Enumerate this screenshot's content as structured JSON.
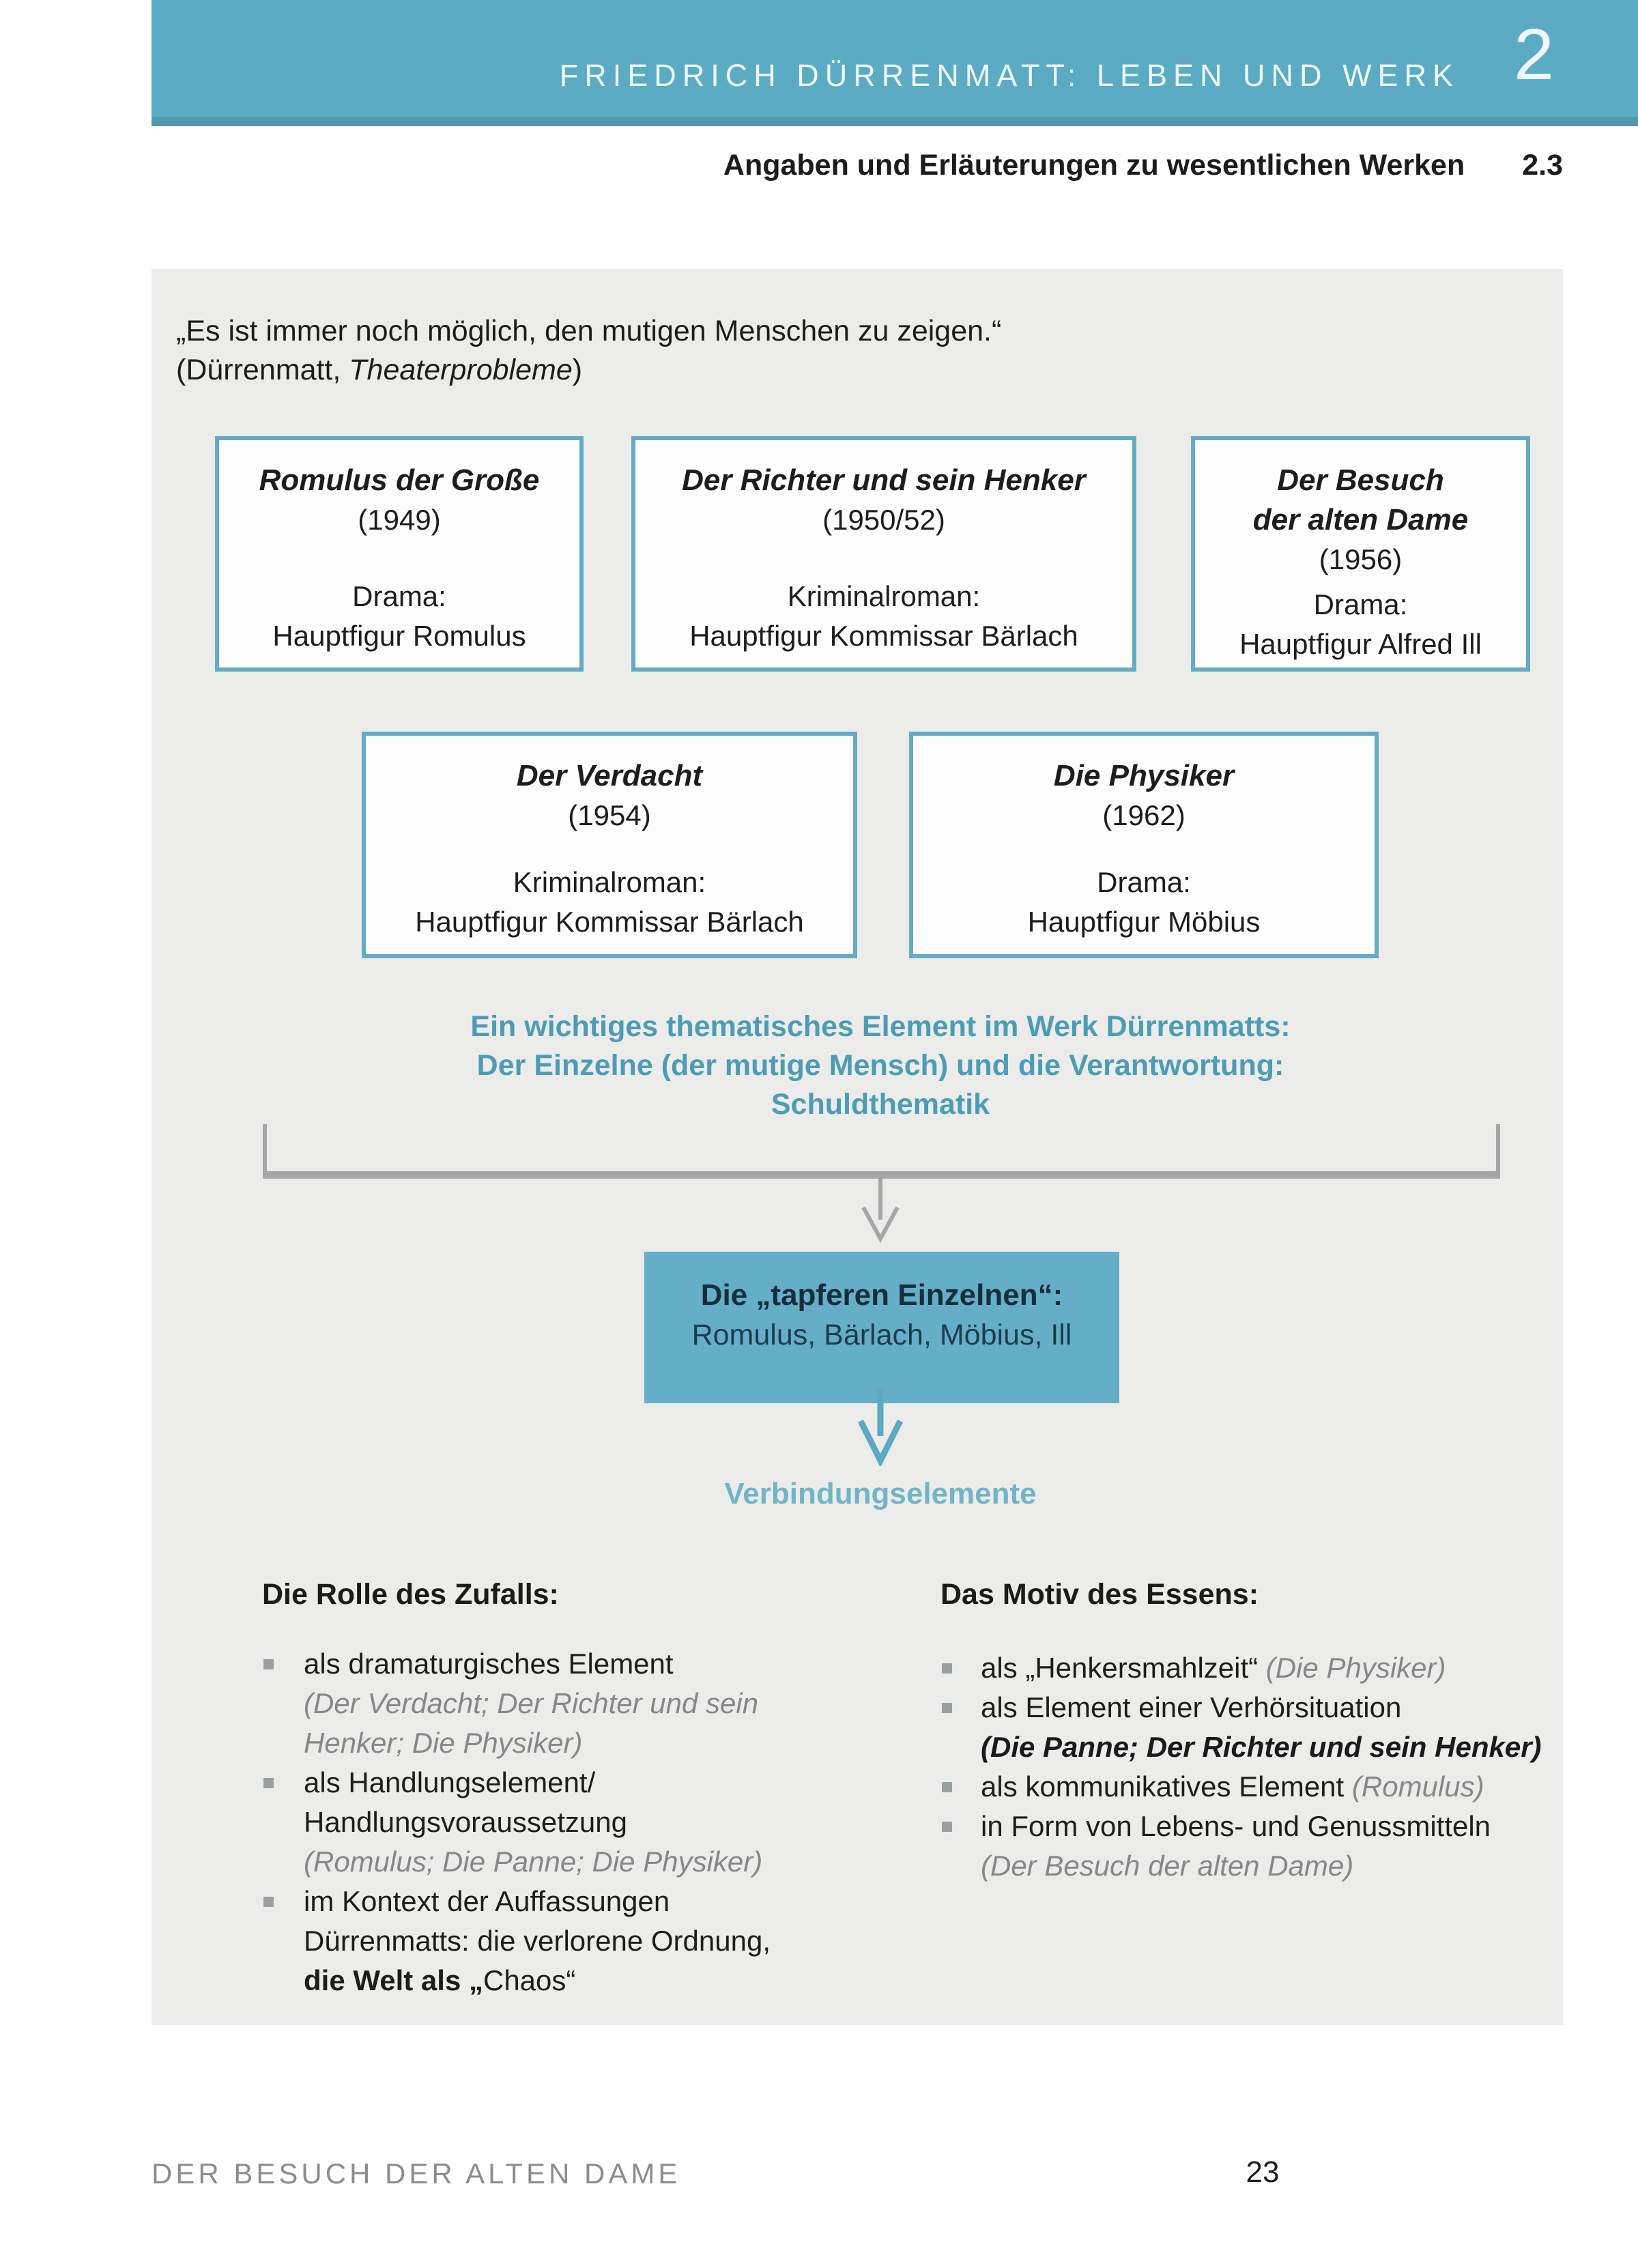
{
  "header": {
    "title": "FRIEDRICH DÜRRENMATT: LEBEN UND WERK",
    "chapter_number": "2"
  },
  "subtitle": {
    "text": "Angaben und Erläuterungen zu wesentlichen Werken",
    "number": "2.3"
  },
  "quote": {
    "line1": "„Es ist immer noch möglich, den mutigen Menschen zu zeigen.“",
    "attr_prefix": "(Dürrenmatt, ",
    "attr_work": "Theaterprobleme",
    "attr_suffix": ")"
  },
  "works": [
    {
      "title": "Romulus der Große",
      "title2": "",
      "year": "(1949)",
      "genre": "Drama:",
      "figure": "Hauptfigur Romulus"
    },
    {
      "title": "Der Richter und sein Henker",
      "title2": "",
      "year": "(1950/52)",
      "genre": "Kriminalroman:",
      "figure": "Hauptfigur Kommissar Bärlach"
    },
    {
      "title": "Der Besuch",
      "title2": "der alten Dame",
      "year": "(1956)",
      "genre": "Drama:",
      "figure": "Hauptfigur Alfred Ill"
    },
    {
      "title": "Der Verdacht",
      "title2": "",
      "year": "(1954)",
      "genre": "Kriminalroman:",
      "figure": "Hauptfigur Kommissar Bärlach"
    },
    {
      "title": "Die Physiker",
      "title2": "",
      "year": "(1962)",
      "genre": "Drama:",
      "figure": "Hauptfigur Möbius"
    }
  ],
  "theme": {
    "line1": "Ein wichtiges thematisches Element im Werk Dürrenmatts:",
    "line2": "Der Einzelne (der mutige Mensch) und die Verantwortung:",
    "line3": "Schuldthematik"
  },
  "result_box": {
    "line1": "Die „tapferen Einzelnen“:",
    "line2": "Romulus, Bärlach, Möbius, Ill"
  },
  "connector_label": "Verbindungselemente",
  "left_column": {
    "heading": "Die Rolle des Zufalls:",
    "lines": [
      {
        "bullet": true,
        "segments": [
          {
            "text": "als dramaturgisches Element",
            "style": "normal"
          }
        ]
      },
      {
        "bullet": false,
        "segments": [
          {
            "text": "(Der Verdacht; Der Richter und sein",
            "style": "gray-italic"
          }
        ]
      },
      {
        "bullet": false,
        "segments": [
          {
            "text": "Henker; Die Physiker)",
            "style": "gray-italic"
          }
        ]
      },
      {
        "bullet": true,
        "segments": [
          {
            "text": "als Handlungselement/",
            "style": "normal"
          }
        ]
      },
      {
        "bullet": false,
        "segments": [
          {
            "text": "Handlungsvoraussetzung",
            "style": "normal"
          }
        ]
      },
      {
        "bullet": false,
        "segments": [
          {
            "text": "(Romulus; Die Panne; Die Physiker)",
            "style": "gray-italic"
          }
        ]
      },
      {
        "bullet": true,
        "segments": [
          {
            "text": "im Kontext der Auffassungen",
            "style": "normal"
          }
        ]
      },
      {
        "bullet": false,
        "segments": [
          {
            "text": "Dürrenmatts: die verlorene Ordnung,",
            "style": "normal"
          }
        ]
      },
      {
        "bullet": false,
        "segments": [
          {
            "text": "die Welt als „",
            "style": "bold"
          },
          {
            "text": "Chaos“",
            "style": "normal"
          }
        ]
      }
    ]
  },
  "right_column": {
    "heading": "Das Motiv des Essens:",
    "lines": [
      {
        "bullet": true,
        "segments": [
          {
            "text": "als „Henkersmahlzeit“ ",
            "style": "normal"
          },
          {
            "text": "(Die Physiker)",
            "style": "gray-italic"
          }
        ]
      },
      {
        "bullet": true,
        "segments": [
          {
            "text": "als Element einer Verhörsituation",
            "style": "normal"
          }
        ]
      },
      {
        "bullet": false,
        "segments": [
          {
            "text": "(Die Panne; Der Richter und sein Henker)",
            "style": "bold-italic"
          }
        ]
      },
      {
        "bullet": true,
        "segments": [
          {
            "text": "als kommunikatives Element ",
            "style": "normal"
          },
          {
            "text": "(Romulus)",
            "style": "gray-italic"
          }
        ]
      },
      {
        "bullet": true,
        "segments": [
          {
            "text": "in Form von Lebens- und Genussmitteln",
            "style": "normal"
          }
        ]
      },
      {
        "bullet": false,
        "segments": [
          {
            "text": "(Der Besuch der alten Dame)",
            "style": "gray-italic"
          }
        ]
      }
    ]
  },
  "footer": {
    "book_title": "DER BESUCH DER ALTEN DAME",
    "page_number": "23"
  },
  "colors": {
    "accent_teal": "#5cabc4",
    "accent_teal_dark": "#5499ad",
    "panel_background": "#ecedeb",
    "box_border_teal": "#64abc3",
    "result_box_fill": "#65aec7",
    "teal_heading_text": "#4d9cb6",
    "light_teal_text": "#72b4c8",
    "gray_italic_text": "#878787",
    "bracket_gray": "#a6a6a6",
    "footer_gray": "#8c8c8c"
  }
}
